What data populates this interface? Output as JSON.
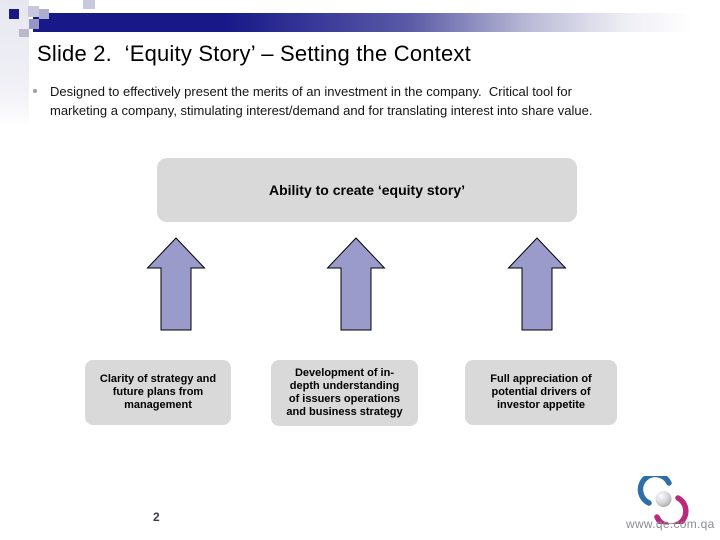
{
  "slide": {
    "title": "Slide 2.  ‘Equity Story’ – Setting the Context",
    "bullet_text": "Designed to effectively present the merits of an investment in the company.  Critical tool for\nmarketing a company, stimulating interest/demand and for translating interest into share value.",
    "diagram": {
      "header": "Ability to create ‘equity story’",
      "boxes": [
        {
          "label": "Clarity of strategy and\nfuture plans from\nmanagement"
        },
        {
          "label": "Development of in-\ndepth understanding\nof issuers operations\nand business strategy"
        },
        {
          "label": "Full appreciation of\npotential drivers of\ninvestor appetite"
        }
      ]
    },
    "footer": {
      "page_number": "2",
      "website": "www.qe.com.qa"
    },
    "colors": {
      "accent_navy": "#181889",
      "arrow_fill": "#9a9acb",
      "arrow_border": "#000000",
      "box_fill": "#d9d9d9",
      "logo_blue": "#2f6fa7",
      "logo_magenta": "#ba2a7c"
    }
  }
}
